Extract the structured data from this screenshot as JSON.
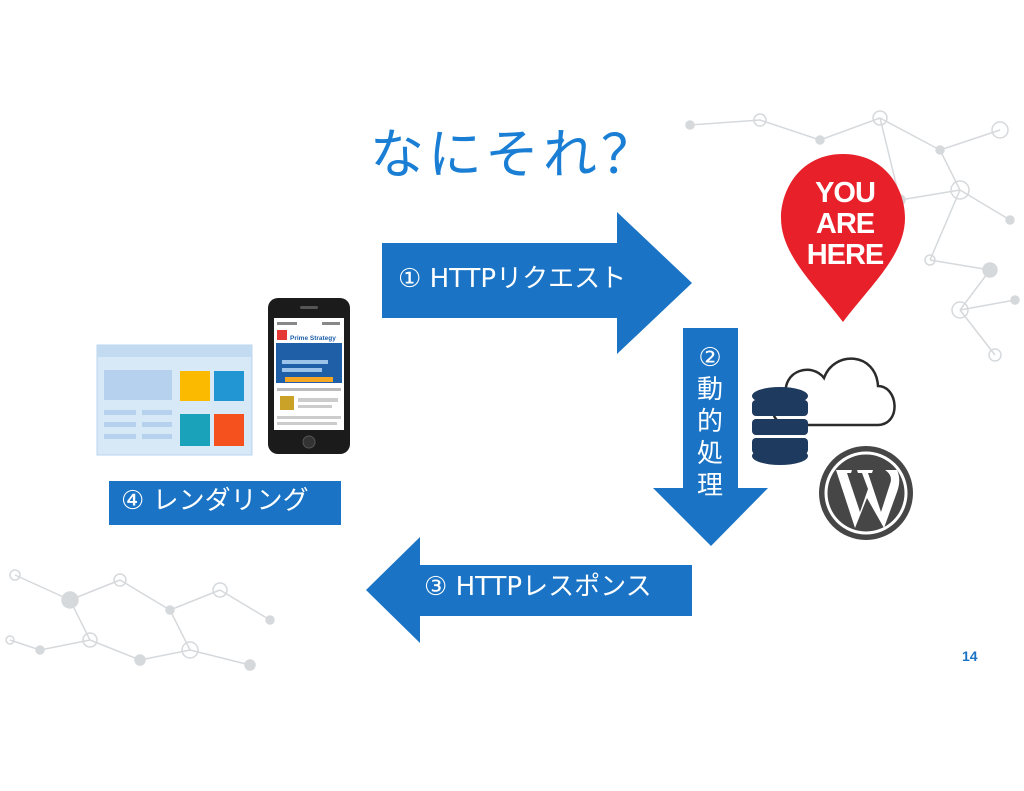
{
  "slide": {
    "title": "なにそれ？",
    "page_number": "14"
  },
  "steps": {
    "step1": "① HTTPリクエスト",
    "step2": [
      "②",
      "動",
      "的",
      "処",
      "理"
    ],
    "step3": "③ HTTPレスポンス",
    "step4": "④ レンダリング"
  },
  "pin": {
    "line1": "YOU",
    "line2": "ARE",
    "line3": "HERE"
  },
  "phone_screen": {
    "brand": "Prime Strategy"
  },
  "colors": {
    "arrow_blue": "#1a73c4",
    "title_blue": "#1a7fd4",
    "pin_red": "#e8202a",
    "db_navy": "#1f3a5f",
    "wp_dark": "#464646"
  },
  "icons": [
    "browser-window-icon",
    "smartphone-icon",
    "location-pin-icon",
    "database-icon",
    "cloud-icon",
    "wordpress-logo-icon",
    "network-pattern"
  ]
}
